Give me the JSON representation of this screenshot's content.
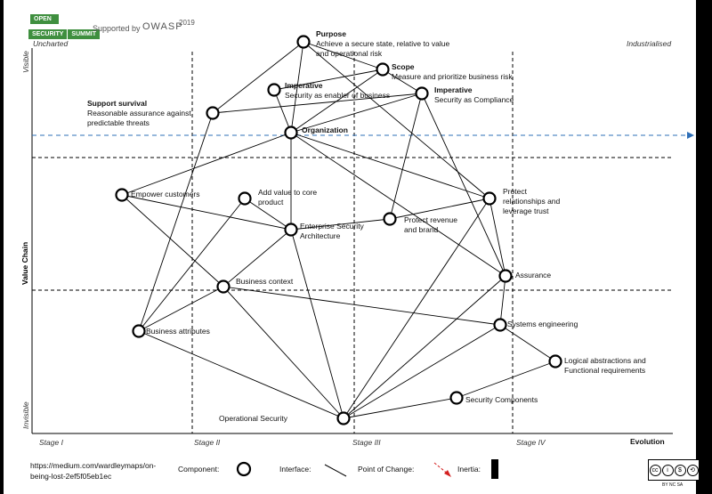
{
  "header": {
    "logo_line1": "OPEN",
    "logo_line2": "SECURITY",
    "logo_line3": "SUMMIT",
    "supported_by": "Supported by",
    "sponsor": "OWASP",
    "year": "2019"
  },
  "axes": {
    "uncharted": "Uncharted",
    "industrialised": "Industrialised",
    "visible": "Visible",
    "invisible": "Invisible",
    "value_chain": "Value Chain",
    "evolution": "Evolution",
    "stages": [
      "Stage I",
      "Stage II",
      "Stage III",
      "Stage IV"
    ]
  },
  "nodes": {
    "purpose": {
      "title": "Purpose",
      "text": "Achieve a secure state, relative to value\nand operational risk"
    },
    "scope": {
      "title": "Scope",
      "text": "Measure and prioritize business risk"
    },
    "imperative_enabler": {
      "title": "Imperative",
      "text": "Security as enabler of business"
    },
    "imperative_compliance": {
      "title": "Imperative",
      "text": "Security as Compliance"
    },
    "support_survival": {
      "title": "Support survival",
      "text": "Reasonable assurance against\npredictable threats"
    },
    "organization": {
      "title": "Organization",
      "text": ""
    },
    "empower_customers": {
      "title": "",
      "text": "Empower customers"
    },
    "add_value": {
      "title": "",
      "text": "Add value to core\nproduct"
    },
    "enterprise_arch": {
      "title": "",
      "text": "Enterprise Security\nArchitecture"
    },
    "protect_revenue": {
      "title": "",
      "text": "Protect revenue\nand brand"
    },
    "protect_relationships": {
      "title": "",
      "text": "Protect\nrelationships and\nleverage trust"
    },
    "assurance": {
      "title": "",
      "text": "Assurance"
    },
    "business_context": {
      "title": "",
      "text": "Business context"
    },
    "business_attributes": {
      "title": "",
      "text": "Business attributes"
    },
    "systems_engineering": {
      "title": "",
      "text": "Systems engineering"
    },
    "logical_abstractions": {
      "title": "",
      "text": "Logical abstractions and\nFunctional requirements"
    },
    "security_components": {
      "title": "",
      "text": "Security Components"
    },
    "operational_security": {
      "title": "",
      "text": "Operational Security"
    }
  },
  "footer": {
    "url_line1": "https://medium.com/wardleymaps/on-",
    "url_line2": "being-lost-2ef5f05eb1ec",
    "component": "Component:",
    "interface": "Interface:",
    "point_of_change": "Point of Change:",
    "inertia": "Inertia:",
    "license": "BY NC SA"
  }
}
